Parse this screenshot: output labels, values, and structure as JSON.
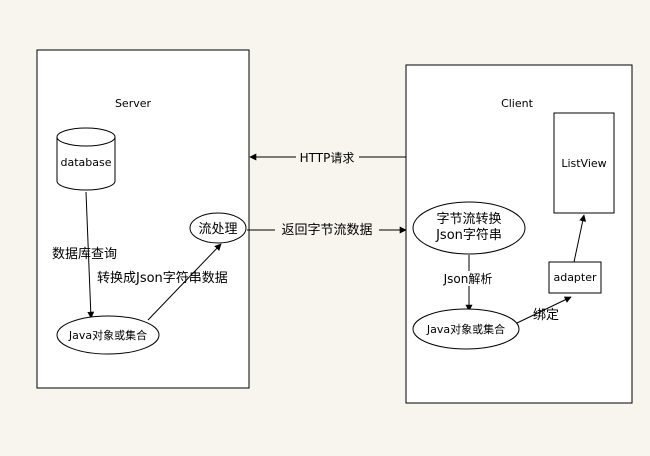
{
  "diagram": {
    "server": {
      "title": "Server",
      "database_label": "database",
      "query_label": "数据库查询",
      "objects_label": "Java对象或集合",
      "convert_label": "转换成Json字符串数据",
      "stream_label": "流处理"
    },
    "client": {
      "title": "Client",
      "listview_label": "ListView",
      "stream_convert_line1": "字节流转换",
      "stream_convert_line2": "Json字符串",
      "parse_label": "Json解析",
      "adapter_label": "adapter",
      "objects_label": "Java对象或集合",
      "bind_label": "绑定"
    },
    "links": {
      "http_request": "HTTP请求",
      "return_stream": "返回字节流数据"
    },
    "colors": {
      "background": "#f7f5ee",
      "box_fill": "#ffffff",
      "stroke": "#000000"
    }
  }
}
